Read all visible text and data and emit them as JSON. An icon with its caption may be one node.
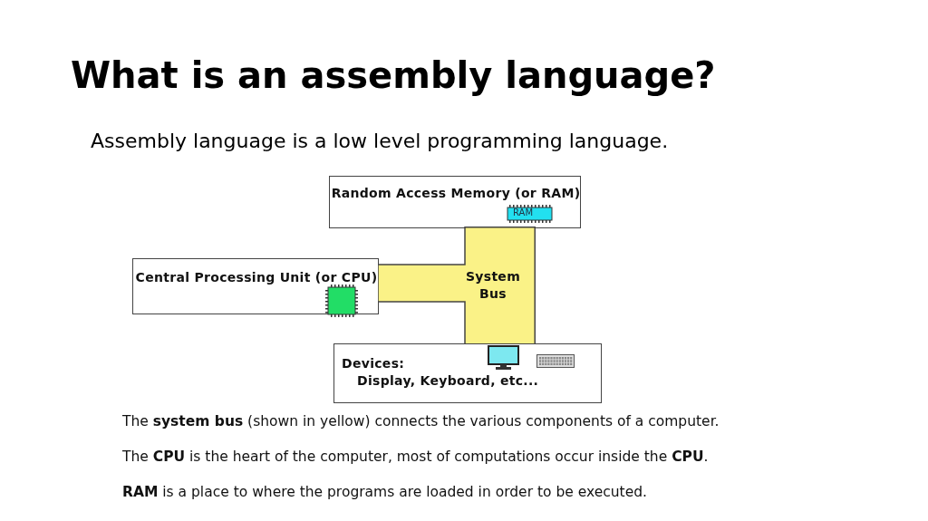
{
  "diagram": {
    "title": "What is an assembly language?",
    "nodes": [
      {
        "text": [
          "Random Access Memory (or RAM)"
        ]
      },
      {
        "text": [
          "Central Processing Unit (or CPU)"
        ]
      },
      {
        "text": [
          "System Bus"
        ]
      },
      {
        "text": [
          "Devices:",
          "Display, Keyboard, etc..."
        ]
      }
    ],
    "edges": [],
    "labels": [
      "Assembly language is a low level programming language.",
      "RAM",
      "The **system bus** (shown in yellow) connects the various components of a computer.",
      "The **CPU** is the heart of the computer, most of computations occur inside the **CPU**.",
      "**RAM** is a place to where the programs are loaded in order to be executed."
    ]
  }
}
